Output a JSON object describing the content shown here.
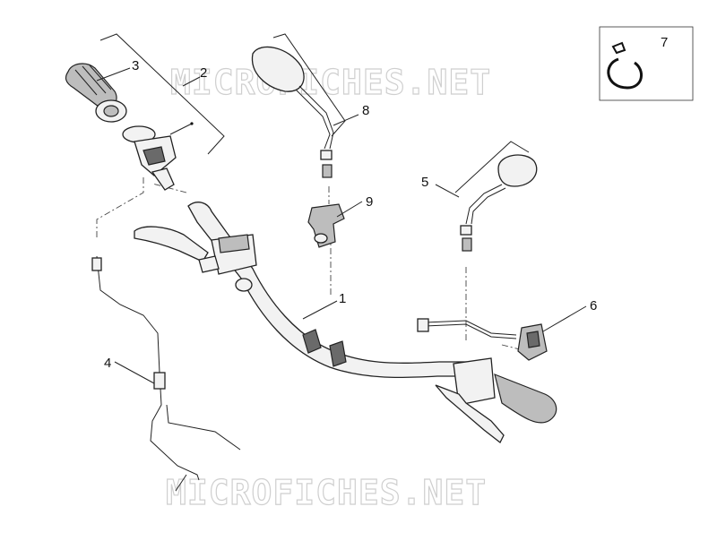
{
  "watermark": {
    "top": "MICROFICHES.NET",
    "bottom": "MICROFICHES.NET"
  },
  "callouts": {
    "p1": "1",
    "p2": "2",
    "p3": "3",
    "p4": "4",
    "p5": "5",
    "p6": "6",
    "p7": "7",
    "p8": "8",
    "p9": "9"
  }
}
